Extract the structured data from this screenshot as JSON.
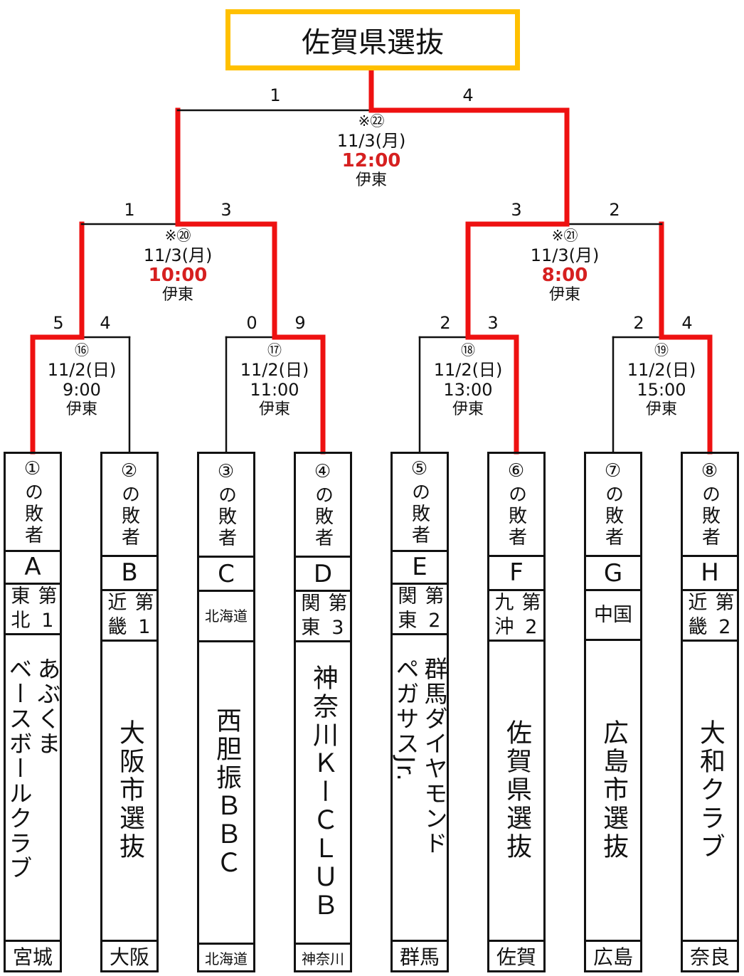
{
  "champion": "佐賀県選抜",
  "colors": {
    "win": "#EE1111",
    "line": "#111111",
    "champion_border": "#FFC000",
    "time_red": "#D62020"
  },
  "matches": [
    {
      "no": "⑯",
      "date": "11/2(日)",
      "time": "9:00",
      "venue": "伊東",
      "scores": [
        "5",
        "4"
      ],
      "red_time": false
    },
    {
      "no": "⑰",
      "date": "11/2(日)",
      "time": "11:00",
      "venue": "伊東",
      "scores": [
        "0",
        "9"
      ],
      "red_time": false
    },
    {
      "no": "⑱",
      "date": "11/2(日)",
      "time": "13:00",
      "venue": "伊東",
      "scores": [
        "2",
        "3"
      ],
      "red_time": false
    },
    {
      "no": "⑲",
      "date": "11/2(日)",
      "time": "15:00",
      "venue": "伊東",
      "scores": [
        "2",
        "4"
      ],
      "red_time": false
    },
    {
      "no": "※⑳",
      "date": "11/3(月)",
      "time": "10:00",
      "venue": "伊東",
      "scores": [
        "1",
        "3"
      ],
      "red_time": true
    },
    {
      "no": "※㉑",
      "date": "11/3(月)",
      "time": "8:00",
      "venue": "伊東",
      "scores": [
        "3",
        "2"
      ],
      "red_time": true
    },
    {
      "no": "※㉒",
      "date": "11/3(月)",
      "time": "12:00",
      "venue": "伊東",
      "scores": [
        "1",
        "4"
      ],
      "red_time": true
    }
  ],
  "teams": [
    {
      "loser": "①の敗者",
      "letter": "A",
      "region": [
        "東北",
        "第1"
      ],
      "name": [
        "あぶくま",
        "ベースボールクラブ"
      ],
      "pref": "宮城"
    },
    {
      "loser": "②の敗者",
      "letter": "B",
      "region": [
        "近畿",
        "第1"
      ],
      "name": [
        "大阪市選抜"
      ],
      "pref": "大阪"
    },
    {
      "loser": "③の敗者",
      "letter": "C",
      "region": [
        "北海道"
      ],
      "name": [
        "西胆振ＢＢＣ"
      ],
      "pref": "北海道"
    },
    {
      "loser": "④の敗者",
      "letter": "D",
      "region": [
        "関東",
        "第3"
      ],
      "name": [
        "神奈川ＫーＣＬＵＢ"
      ],
      "pref": "神奈川"
    },
    {
      "loser": "⑤の敗者",
      "letter": "E",
      "region": [
        "関東",
        "第2"
      ],
      "name": [
        "群馬ダイヤモンド",
        "ペガサスJr."
      ],
      "pref": "群馬"
    },
    {
      "loser": "⑥の敗者",
      "letter": "F",
      "region": [
        "九沖",
        "第2"
      ],
      "name": [
        "佐賀県選抜"
      ],
      "pref": "佐賀"
    },
    {
      "loser": "⑦の敗者",
      "letter": "G",
      "region": [
        "中国"
      ],
      "name": [
        "広島市選抜"
      ],
      "pref": "広島"
    },
    {
      "loser": "⑧の敗者",
      "letter": "H",
      "region": [
        "近畿",
        "第2"
      ],
      "name": [
        "大和クラブ"
      ],
      "pref": "奈良"
    }
  ]
}
